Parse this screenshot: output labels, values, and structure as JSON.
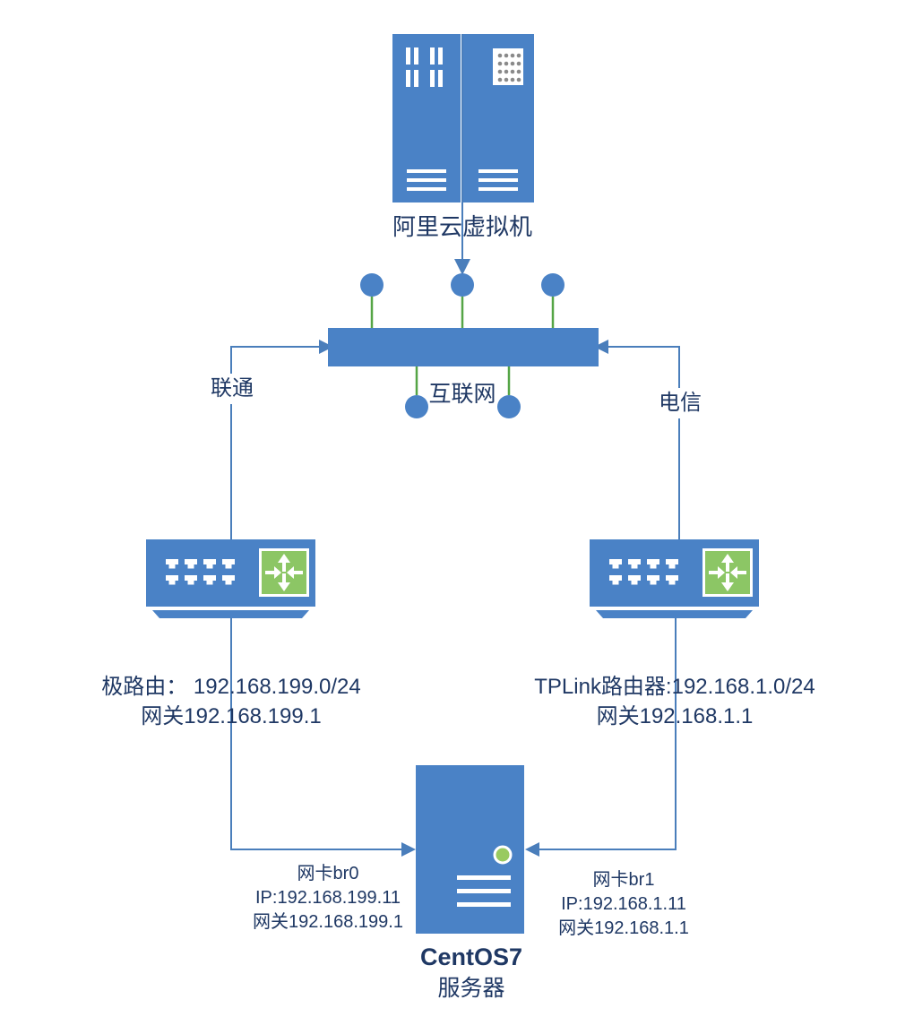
{
  "diagram_title": "Dual-WAN network topology",
  "colors": {
    "node_blue": "#4A82C6",
    "connector_blue": "#4A7EBB",
    "symbol_green": "#8CC665",
    "stub_green": "#55A546",
    "led_green": "#99CA5F",
    "label_navy": "#1F3864"
  },
  "nodes": {
    "cloud_vm": {
      "label": "阿里云虚拟机"
    },
    "internet": {
      "label": "互联网"
    },
    "isp_left": {
      "label": "联通"
    },
    "isp_right": {
      "label": "电信"
    },
    "router_left": {
      "title": "极路由： 192.168.199.0/24",
      "gateway": "网关192.168.199.1"
    },
    "router_right": {
      "title": "TPLink路由器:192.168.1.0/24",
      "gateway": "网关192.168.1.1"
    },
    "nic_left": {
      "name": "网卡br0",
      "ip": "IP:192.168.199.11",
      "gateway": "网关192.168.199.1"
    },
    "nic_right": {
      "name": "网卡br1",
      "ip": "IP:192.168.1.11",
      "gateway": "网关192.168.1.1"
    },
    "server": {
      "name": "CentOS7",
      "type": "服务器"
    }
  }
}
